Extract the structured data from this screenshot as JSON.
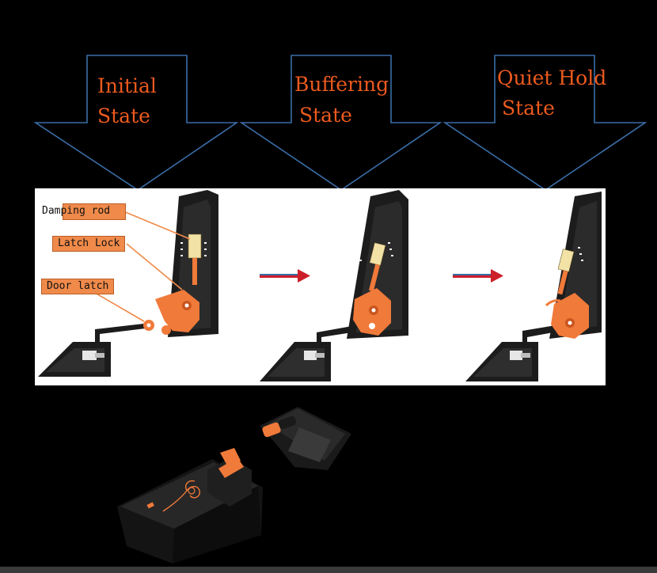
{
  "states": [
    {
      "line1": "Initial",
      "line2": "State"
    },
    {
      "line1": "Buffering",
      "line2": "State"
    },
    {
      "line1": "Quiet Hold",
      "line2": "State"
    }
  ],
  "callouts": {
    "damping_rod": "Damping rod",
    "latch_lock": "Latch Lock",
    "door_latch": "Door latch"
  },
  "colors": {
    "arrow_outline": "#3a6ea8",
    "label_orange": "#ec5a1e",
    "callout_fill": "#f08a4a",
    "part_orange": "#f07a3a",
    "housing": "#1c1c1c",
    "transition_arrow": "#cc1f2a"
  }
}
